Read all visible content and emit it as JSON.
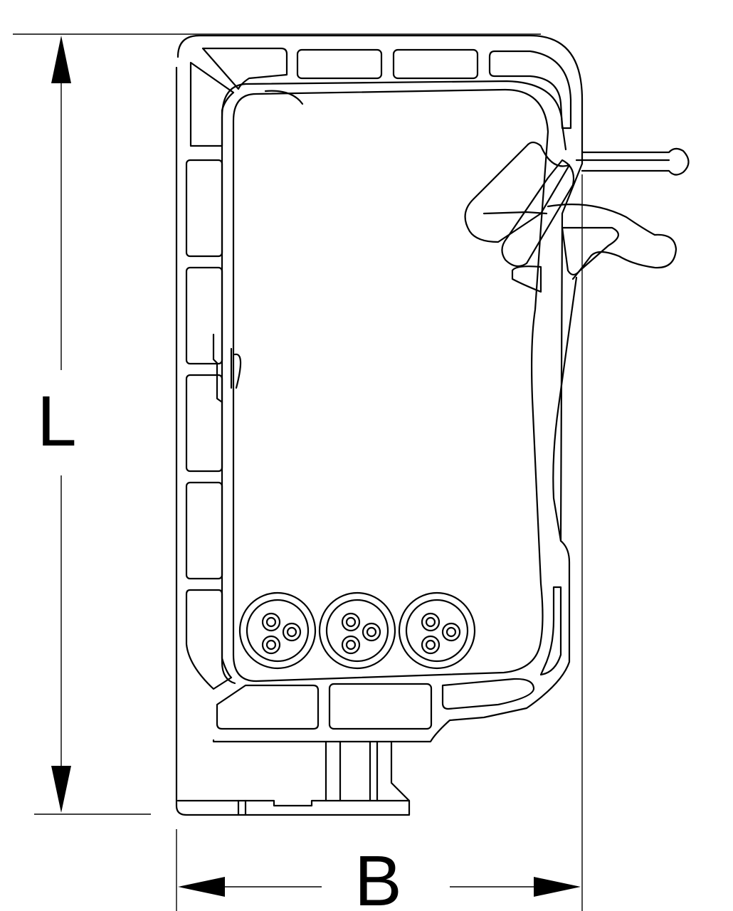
{
  "dimensions": {
    "height_label": "L",
    "width_label": "B"
  },
  "colors": {
    "line": "#000000",
    "background": "#ffffff"
  },
  "cables": {
    "count": 3,
    "cores_per_cable": 3
  }
}
